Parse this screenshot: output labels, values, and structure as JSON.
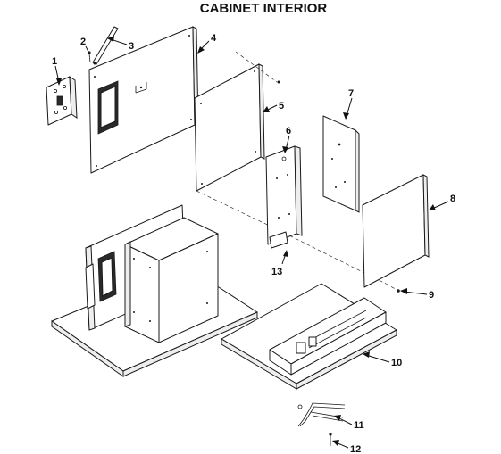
{
  "title": "CABINET INTERIOR",
  "callouts": [
    {
      "id": 1,
      "label": "1"
    },
    {
      "id": 2,
      "label": "2"
    },
    {
      "id": 3,
      "label": "3"
    },
    {
      "id": 4,
      "label": "4"
    },
    {
      "id": 5,
      "label": "5"
    },
    {
      "id": 6,
      "label": "6"
    },
    {
      "id": 7,
      "label": "7"
    },
    {
      "id": 8,
      "label": "8"
    },
    {
      "id": 9,
      "label": "9"
    },
    {
      "id": 10,
      "label": "10"
    },
    {
      "id": 11,
      "label": "11"
    },
    {
      "id": 12,
      "label": "12"
    },
    {
      "id": 13,
      "label": "13"
    }
  ]
}
